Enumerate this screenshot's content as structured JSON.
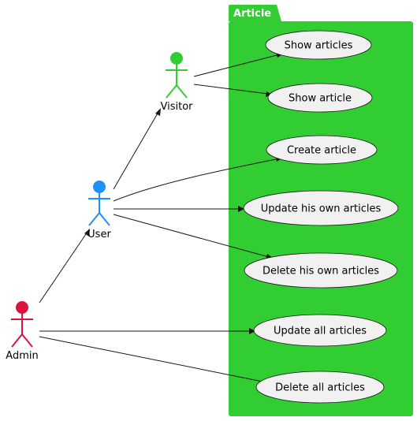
{
  "package": {
    "label": "Article",
    "color": "#32cd32"
  },
  "actors": {
    "visitor": {
      "label": "Visitor",
      "color": "#32cd32"
    },
    "user": {
      "label": "User",
      "color": "#1e90ff"
    },
    "admin": {
      "label": "Admin",
      "color": "#dc143c"
    }
  },
  "usecases": {
    "show_articles": "Show articles",
    "show_article": "Show article",
    "create_article": "Create article",
    "update_own": "Update his own articles",
    "delete_own": "Delete his own articles",
    "update_all": "Update all articles",
    "delete_all": "Delete all articles"
  },
  "edges": [
    {
      "from": "Admin",
      "to": "User"
    },
    {
      "from": "User",
      "to": "Visitor"
    },
    {
      "from": "Visitor",
      "to": "Show articles"
    },
    {
      "from": "Visitor",
      "to": "Show article"
    },
    {
      "from": "User",
      "to": "Create article"
    },
    {
      "from": "User",
      "to": "Update his own articles"
    },
    {
      "from": "User",
      "to": "Delete his own articles"
    },
    {
      "from": "Admin",
      "to": "Update all articles"
    },
    {
      "from": "Admin",
      "to": "Delete all articles"
    }
  ]
}
